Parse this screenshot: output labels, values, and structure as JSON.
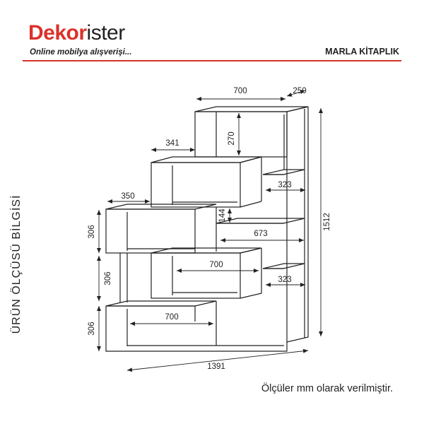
{
  "header": {
    "logo_part1": "Dekor",
    "logo_part2": "ister",
    "tagline": "Online mobilya alışverişi...",
    "product_name": "MARLA KİTAPLIK"
  },
  "side_label": "ÜRÜN ÖLÇÜSÜ BİLGİSİ",
  "footnote": "Ölçüler mm olarak verilmiştir.",
  "dimensions": {
    "top_width": "700",
    "depth": "250",
    "top_box_height": "270",
    "shelf_341": "341",
    "shelf_350": "350",
    "shelf_323_upper": "323",
    "gap_144": "144",
    "shelf_673": "673",
    "height_306_upper": "306",
    "height_306_middle": "306",
    "height_306_lower": "306",
    "box_700_middle": "700",
    "shelf_323_lower": "323",
    "box_700_bottom": "700",
    "total_height": "1512",
    "total_width": "1391"
  }
}
